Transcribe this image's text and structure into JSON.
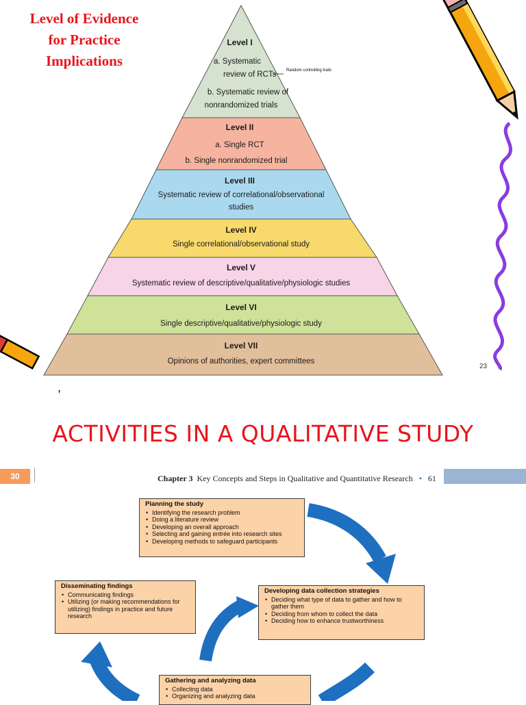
{
  "slide1": {
    "title": "Level of Evidence for Practice Implications",
    "title_lines": [
      "Level of Evidence",
      "for Practice",
      "Implications"
    ],
    "levels": [
      {
        "name": "Level I",
        "lines": [
          "a. Systematic",
          "review of RCTs",
          "b. Systematic review of",
          "nonrandomized trials"
        ],
        "color": "#d5e2cf"
      },
      {
        "name": "Level II",
        "lines": [
          "a. Single RCT",
          "b. Single nonrandomized trial"
        ],
        "color": "#f6b4a0"
      },
      {
        "name": "Level III",
        "lines": [
          "Systematic review of correlational/observational",
          "studies"
        ],
        "color": "#aad9ef"
      },
      {
        "name": "Level IV",
        "lines": [
          "Single correlational/observational study"
        ],
        "color": "#f8d96b"
      },
      {
        "name": "Level V",
        "lines": [
          "Systematic review of descriptive/qualitative/physiologic studies"
        ],
        "color": "#f7d4e6"
      },
      {
        "name": "Level VI",
        "lines": [
          "Single descriptive/qualitative/physiologic study"
        ],
        "color": "#cfe29a"
      },
      {
        "name": "Level VII",
        "lines": [
          "Opinions of authorities, expert committees"
        ],
        "color": "#e2bf9b"
      }
    ],
    "rct_note": "Random controlling trails",
    "page_number": "23",
    "colors": {
      "title": "#e8141c",
      "squiggle": "#8a3ce0"
    }
  },
  "section_title": "ACTIVITIES IN A QUALITATIVE STUDY",
  "slide2": {
    "slide_number": "30",
    "chapter_label": "Chapter 3",
    "chapter_title": "Key Concepts and Steps in Qualitative and Quantitative Research",
    "bullet": "•",
    "book_page": "61",
    "boxes": {
      "planning": {
        "title": "Planning the study",
        "items": [
          "Identifying the research problem",
          "Doing a literature review",
          "Developing an overall approach",
          "Selecting and gaining entrée into research sites",
          "Developing methods to safeguard participants"
        ]
      },
      "disseminating": {
        "title": "Disseminating findings",
        "items": [
          "Communicating findings",
          "Utilizing (or making recommendations for utilizing) findings in practice and future research"
        ]
      },
      "developing": {
        "title": "Developing data collection strategies",
        "items": [
          "Deciding what type of data to gather and how to gather them",
          "Deciding from whom to collect the data",
          "Deciding how to enhance trustworthiness"
        ]
      },
      "gathering": {
        "title": "Gathering and analyzing data",
        "items": [
          "Collecting data",
          "Organizing and analyzing data"
        ]
      }
    },
    "colors": {
      "box": "#fcd2a8",
      "arrow": "#1f6fc0",
      "slide_number_bg": "#f79b5b",
      "bar": "#9bb4d3"
    }
  }
}
